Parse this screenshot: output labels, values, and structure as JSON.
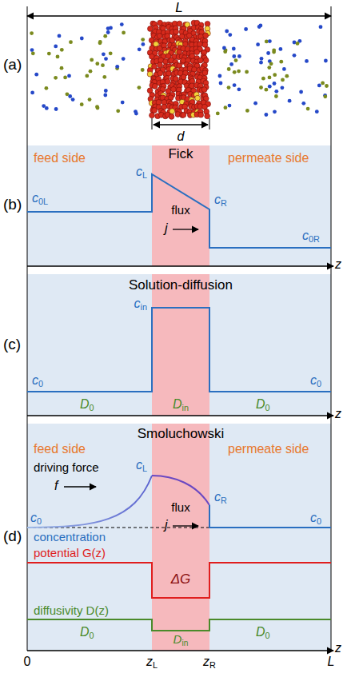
{
  "diagram": {
    "labels": [
      "(a)",
      "L",
      "d",
      "(b)",
      "Fick",
      "feed side",
      "permeate side",
      "c0L",
      "cL",
      "flux",
      "j",
      "cR",
      "c0R",
      "z",
      "(c)",
      "Solution-diffusion",
      "cin",
      "c0",
      "D0",
      "Din",
      "D0",
      "c0",
      "z",
      "(d)",
      "Smoluchowski",
      "feed side",
      "permeate side",
      "driving force",
      "f",
      "cL",
      "flux",
      "j",
      "cR",
      "c0",
      "concentration",
      "c0",
      "potential G(z)",
      "ΔG",
      "diffusivity D(z)",
      "D0",
      "Din",
      "D0",
      "z",
      "0",
      "zL",
      "zR",
      "L"
    ]
  }
}
